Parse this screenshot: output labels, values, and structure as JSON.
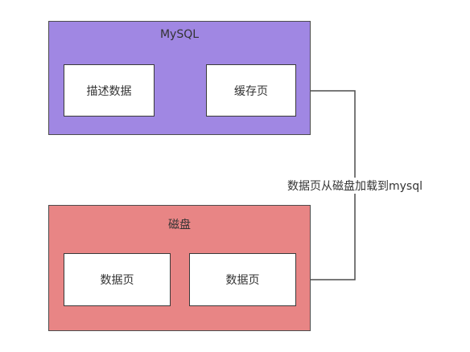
{
  "mysql_group": {
    "title": "MySQL",
    "nodes": {
      "describe_data": "描述数据",
      "cache_page": "缓存页"
    }
  },
  "disk_group": {
    "title": "磁盘",
    "nodes": {
      "data_page_1": "数据页",
      "data_page_2": "数据页"
    }
  },
  "edge": {
    "label": "数据页从磁盘加载到mysql",
    "color": "#4d4d4d"
  }
}
